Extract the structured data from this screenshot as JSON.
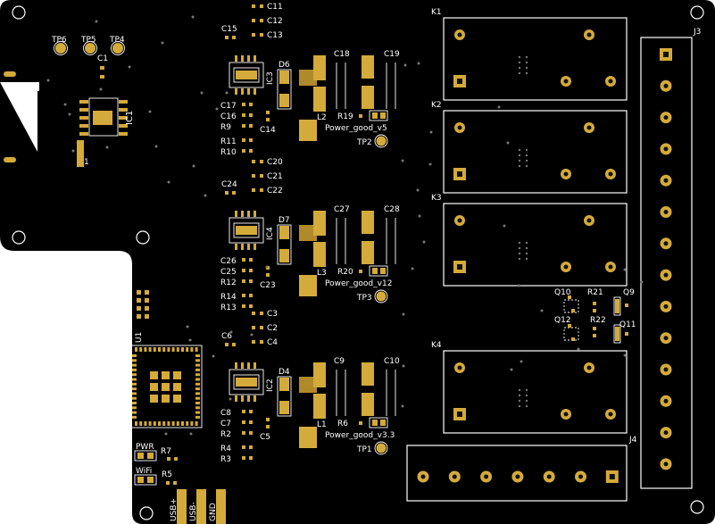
{
  "board": {
    "colors": {
      "mask": "#000000",
      "copper": "#d4aa3a",
      "silk": "#ffffff",
      "background": "#ffffff"
    }
  },
  "relays": [
    {
      "ref": "K1"
    },
    {
      "ref": "K2"
    },
    {
      "ref": "K3"
    },
    {
      "ref": "K4"
    }
  ],
  "connectors": {
    "j3": "J3",
    "j4": "J4"
  },
  "test_points_top": [
    {
      "ref": "TP6"
    },
    {
      "ref": "TP5"
    },
    {
      "ref": "TP4"
    }
  ],
  "ic1": {
    "ref": "IC1",
    "c1": "C1",
    "pin1": "1"
  },
  "regulators": [
    {
      "ic": "IC3",
      "diode": "D6",
      "inductor": "L2",
      "caps_top": [
        "C11",
        "C12",
        "C13"
      ],
      "c_left": "C15",
      "c_big1": "C18",
      "c_big2": "C19",
      "left_col": [
        "C17",
        "C16",
        "R9",
        "R11",
        "R10"
      ],
      "c_mid": "C14",
      "r_led": "R19",
      "pg_label": "Power_good_v5",
      "tp": "TP2"
    },
    {
      "ic": "IC4",
      "diode": "D7",
      "inductor": "L3",
      "caps_top": [
        "C20",
        "C21",
        "C22"
      ],
      "c_left": "C24",
      "c_big1": "C27",
      "c_big2": "C28",
      "left_col": [
        "C26",
        "C25",
        "R12",
        "R14",
        "R13"
      ],
      "c_mid": "C23",
      "r_led": "R20",
      "pg_label": "Power_good_v12",
      "tp": "TP3"
    },
    {
      "ic": "IC2",
      "diode": "D4",
      "inductor": "L1",
      "caps_top": [
        "C3",
        "C2",
        "C4"
      ],
      "c_left": "C6",
      "c_big1": "C9",
      "c_big2": "C10",
      "left_col": [
        "C8",
        "C7",
        "R2",
        "R4",
        "R3"
      ],
      "c_mid": "C5",
      "r_led": "R6",
      "pg_label": "Power_good_v3.3",
      "tp": "TP1"
    }
  ],
  "transistors": {
    "q10": "Q10",
    "q9": "Q9",
    "q12": "Q12",
    "q11": "Q11",
    "r21": "R21",
    "r22": "R22"
  },
  "module": {
    "ref": "U1"
  },
  "leds": {
    "pwr": "PWR",
    "wifi": "WiFi",
    "r7": "R7",
    "r5": "R5"
  },
  "usb_pads": [
    {
      "label": "USB+"
    },
    {
      "label": "USB-"
    },
    {
      "label": "GND"
    }
  ]
}
